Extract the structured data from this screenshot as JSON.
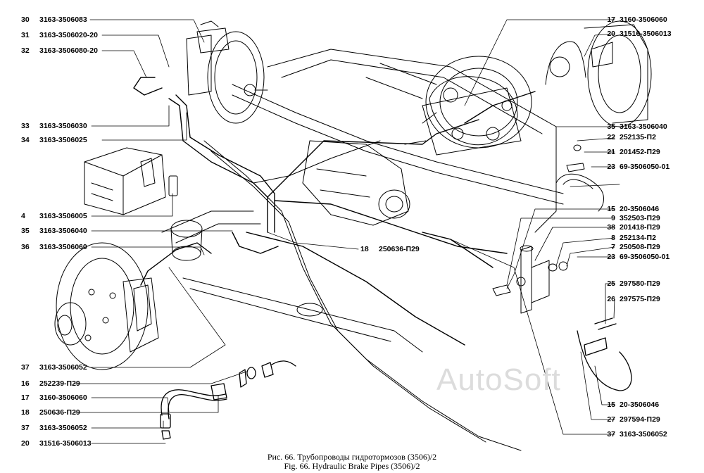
{
  "callouts_left": [
    {
      "num": "30",
      "code": "3163-3506083"
    },
    {
      "num": "31",
      "code": "3163-3506020-20"
    },
    {
      "num": "32",
      "code": "3163-3506080-20"
    },
    {
      "num": "33",
      "code": "3163-3506030"
    },
    {
      "num": "34",
      "code": "3163-3506025"
    },
    {
      "num": "4",
      "code": "3163-3506005"
    },
    {
      "num": "35",
      "code": "3163-3506040"
    },
    {
      "num": "36",
      "code": "3163-3506060"
    },
    {
      "num": "37",
      "code": "3163-3506052"
    },
    {
      "num": "16",
      "code": "252239-П29"
    },
    {
      "num": "17",
      "code": "3160-3506060"
    },
    {
      "num": "18",
      "code": "250636-П29"
    },
    {
      "num": "37",
      "code": "3163-3506052"
    },
    {
      "num": "20",
      "code": "31516-3506013"
    }
  ],
  "callouts_right": [
    {
      "num": "17",
      "code": "3160-3506060"
    },
    {
      "num": "20",
      "code": "31516-3506013"
    },
    {
      "num": "35",
      "code": "3163-3506040"
    },
    {
      "num": "22",
      "code": "252135-П2"
    },
    {
      "num": "21",
      "code": "201452-П29"
    },
    {
      "num": "23",
      "code": "69-3506050-01"
    },
    {
      "num": "15",
      "code": "20-3506046"
    },
    {
      "num": "9",
      "code": "352503-П29"
    },
    {
      "num": "38",
      "code": "201418-П29"
    },
    {
      "num": "8",
      "code": "252134-П2"
    },
    {
      "num": "7",
      "code": "250508-П29"
    },
    {
      "num": "23",
      "code": "69-3506050-01"
    },
    {
      "num": "25",
      "code": "297580-П29"
    },
    {
      "num": "26",
      "code": "297575-П29"
    },
    {
      "num": "15",
      "code": "20-3506046"
    },
    {
      "num": "27",
      "code": "297594-П29"
    },
    {
      "num": "37",
      "code": "3163-3506052"
    }
  ],
  "callout_center": {
    "num": "18",
    "code": "250636-П29"
  },
  "caption_ru": "Рис. 66. Трубопроводы гидротормозов (3506)/2",
  "caption_en": "Fig. 66. Hydraulic Brake Pipes (3506)/2",
  "watermark": "AutoSoft"
}
